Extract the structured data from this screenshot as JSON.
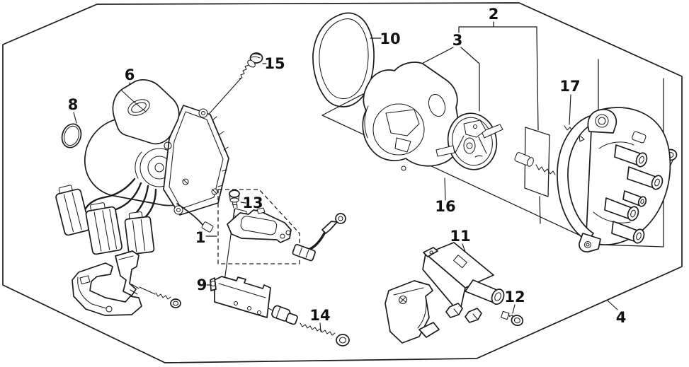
{
  "figure": {
    "kind": "exploded-parts-diagram",
    "colors": {
      "background": "#ffffff",
      "line": "#1c1c1c"
    },
    "callouts": [
      {
        "number": "1"
      },
      {
        "number": "2"
      },
      {
        "number": "3"
      },
      {
        "number": "4"
      },
      {
        "number": "6"
      },
      {
        "number": "8"
      },
      {
        "number": "9"
      },
      {
        "number": "10"
      },
      {
        "number": "11"
      },
      {
        "number": "12"
      },
      {
        "number": "13"
      },
      {
        "number": "14"
      },
      {
        "number": "15"
      },
      {
        "number": "16"
      },
      {
        "number": "17"
      }
    ]
  }
}
